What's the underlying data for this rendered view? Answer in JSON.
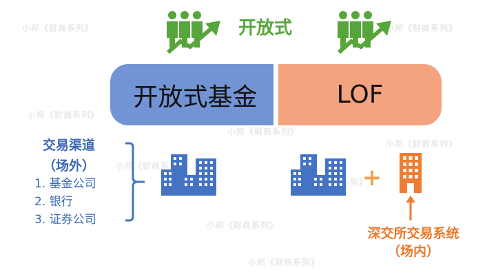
{
  "watermark": "小邦《财商系列》",
  "header": {
    "title": "开放式"
  },
  "bar": {
    "left_label": "开放式基金",
    "right_label": "LOF"
  },
  "offsite": {
    "title": "交易渠道",
    "subtitle": "（场外）",
    "items": [
      "1. 基金公司",
      "2. 银行",
      "3. 证券公司"
    ]
  },
  "onsite": {
    "plus": "+",
    "title": "深交所交易系统",
    "subtitle": "（场内）"
  },
  "colors": {
    "green": "#57a63b",
    "blue_bar": "#7294d4",
    "orange_bar": "#f4a37f",
    "blue_text": "#3c69b5",
    "orange_text": "#e8792c",
    "building_blue": "#4473c4",
    "building_orange": "#ed7d31"
  },
  "icons": [
    "people-growth-icon",
    "people-growth-icon",
    "buildings-icon",
    "buildings-icon",
    "office-tower-icon",
    "up-arrow-icon"
  ]
}
